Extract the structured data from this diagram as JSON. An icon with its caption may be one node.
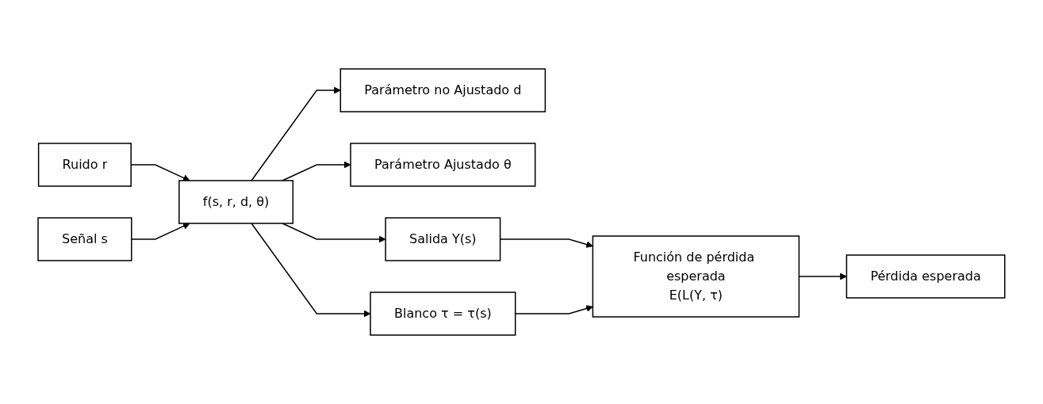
{
  "diagram": {
    "nodes": [
      {
        "text": [
          "Parámetro no Ajustado d"
        ]
      },
      {
        "text": [
          "Parámetro Ajustado θ"
        ]
      },
      {
        "text": [
          "Ruido r"
        ]
      },
      {
        "text": [
          "Señal s"
        ]
      },
      {
        "text": [
          "f(s, r, d, θ)"
        ]
      },
      {
        "text": [
          "Salida Y(s)"
        ]
      },
      {
        "text": [
          "Función de pérdida esperada",
          "E(L(Y, τ)"
        ]
      },
      {
        "text": [
          "Pérdida esperada"
        ]
      },
      {
        "text": [
          "Blanco τ = τ(s)"
        ]
      }
    ],
    "edges": [
      {
        "from": 2,
        "to": 4,
        "arrow": "to"
      },
      {
        "from": 3,
        "to": 4,
        "arrow": "to"
      },
      {
        "from": 4,
        "to": 0,
        "arrow": "to"
      },
      {
        "from": 4,
        "to": 1,
        "arrow": "to"
      },
      {
        "from": 4,
        "to": 5,
        "arrow": "to"
      },
      {
        "from": 5,
        "to": 6,
        "arrow": "to"
      },
      {
        "from": 6,
        "to": 7,
        "arrow": "to"
      },
      {
        "from": 4,
        "to": 8,
        "arrow": "to"
      },
      {
        "from": 8,
        "to": 6,
        "arrow": "to"
      }
    ]
  }
}
